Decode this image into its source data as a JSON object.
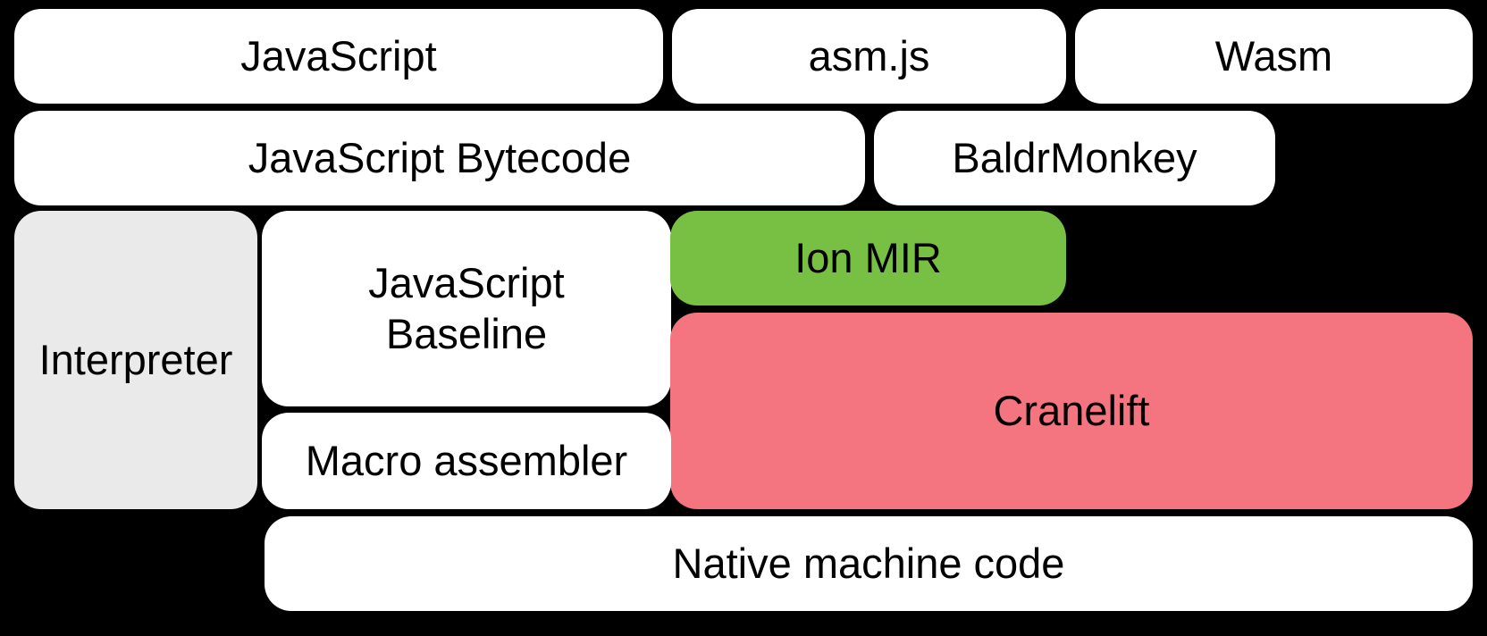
{
  "diagram": {
    "colors": {
      "background": "#000000",
      "box_default": "#FFFFFF",
      "interpreter_gray": "#EAEAEA",
      "ion_green": "#77C043",
      "cranelift_pink": "#F4747F",
      "text": "#000000"
    },
    "boxes": {
      "javascript": {
        "label": "JavaScript",
        "color": "#FFFFFF"
      },
      "asmjs": {
        "label": "asm.js",
        "color": "#FFFFFF"
      },
      "wasm": {
        "label": "Wasm",
        "color": "#FFFFFF"
      },
      "javascript_bytecode": {
        "label": "JavaScript Bytecode",
        "color": "#FFFFFF"
      },
      "baldrmonkey": {
        "label": "BaldrMonkey",
        "color": "#FFFFFF"
      },
      "interpreter": {
        "label": "Interpreter",
        "color": "#EAEAEA"
      },
      "javascript_baseline": {
        "label": "JavaScript\nBaseline",
        "color": "#FFFFFF"
      },
      "ion_mir": {
        "label": "Ion MIR",
        "color": "#77C043"
      },
      "cranelift": {
        "label": "Cranelift",
        "color": "#F4747F"
      },
      "macro_assembler": {
        "label": "Macro assembler",
        "color": "#FFFFFF"
      },
      "native_machine_code": {
        "label": "Native machine code",
        "color": "#FFFFFF"
      }
    }
  }
}
